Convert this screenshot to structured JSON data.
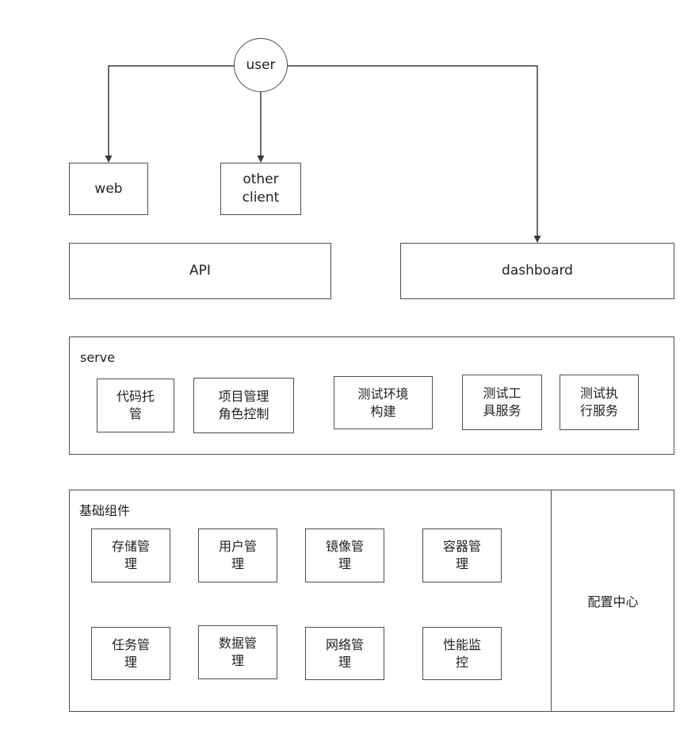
{
  "nodes": {
    "user": {
      "label": "user"
    },
    "web": {
      "label": "web"
    },
    "other_client": {
      "label": "other\nclient"
    },
    "api": {
      "label": "API"
    },
    "dashboard": {
      "label": "dashboard"
    }
  },
  "serve": {
    "title": "serve",
    "items": [
      {
        "label": "代码托\n管"
      },
      {
        "label": "项目管理\n角色控制"
      },
      {
        "label": "测试环境\n构建"
      },
      {
        "label": "测试工\n具服务"
      },
      {
        "label": "测试执\n行服务"
      }
    ]
  },
  "foundation": {
    "title": "基础组件",
    "row1": [
      {
        "label": "存储管\n理"
      },
      {
        "label": "用户管\n理"
      },
      {
        "label": "镜像管\n理"
      },
      {
        "label": "容器管\n理"
      }
    ],
    "row2": [
      {
        "label": "任务管\n理"
      },
      {
        "label": "数据管\n理"
      },
      {
        "label": "网络管\n理"
      },
      {
        "label": "性能监\n控"
      }
    ],
    "config_center": {
      "label": "配置中心"
    }
  },
  "colors": {
    "border": "#4d4d4d",
    "line": "#3a3a3a",
    "text": "#1f1f1f",
    "background": "#ffffff"
  }
}
